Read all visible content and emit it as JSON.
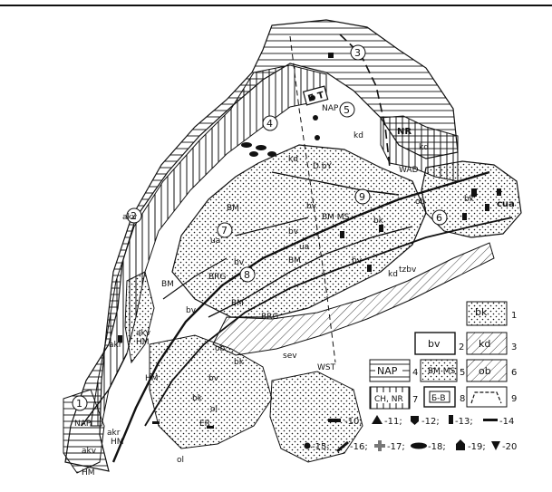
{
  "figure": {
    "colors": {
      "ink": "#111111",
      "paper": "#ffffff"
    }
  },
  "map_labels": {
    "nap_top": "NAP",
    "nr": "NR",
    "kd_1": "kd",
    "kd_2": "kd",
    "kd_3": "kd",
    "kd_4": "kd",
    "wad": "WAD",
    "bv_1": "bv",
    "bv_2": "bv",
    "bv_3": "bv",
    "bv_4": "bv",
    "bv_5": "bv",
    "bv_6": "bv",
    "bm_1": "BM",
    "bm_2": "BM",
    "bm_3": "BM",
    "bm_4": "BM",
    "bm_ms": "BM MS",
    "ua_1": "ua",
    "ua_2": "ua",
    "brg_1": "BRG",
    "brg_2": "BRG",
    "bk_1": "bk",
    "bk_2": "bk",
    "bk_3": "bk",
    "bk_4": "bk",
    "ob_1": "ob",
    "ob_2": "ob",
    "akv_1": "akv",
    "akv_2": "akv",
    "akv_3": "akv",
    "akr_1": "akr",
    "akr_2": "akr",
    "nap_low": "NAP",
    "hm_1": "HM",
    "hm_2": "HM",
    "hm_3": "HM",
    "hm_4": "HM",
    "wst": "WST",
    "er": "ER",
    "ol_1": "ol",
    "ol_2": "ol",
    "sev": "sev",
    "tzbv": "tzbv",
    "cua": "cua",
    "b_t_box": "Б Т",
    "dby": "D bY"
  },
  "region_numbers": [
    "1",
    "2",
    "3",
    "4",
    "5",
    "6",
    "7",
    "8",
    "9"
  ],
  "legend": {
    "items": [
      {
        "label": "bk",
        "num": "1"
      },
      {
        "label": "bv",
        "num": "2"
      },
      {
        "label": "kd",
        "num": "3"
      },
      {
        "label": "NAP",
        "num": "4"
      },
      {
        "label": "BM MS",
        "num": "5"
      },
      {
        "label": "ob",
        "num": "6"
      },
      {
        "label": "CH, NR",
        "num": "7"
      },
      {
        "label": "Б-В",
        "num": "8"
      },
      {
        "label": "",
        "num": "9"
      }
    ],
    "symbols": [
      {
        "icon": "bar-symbol",
        "text": "-10;"
      },
      {
        "icon": "triangle-symbol",
        "text": "-11;"
      },
      {
        "icon": "shield-symbol",
        "text": "-12;"
      },
      {
        "icon": "square-symbol",
        "text": "-13;"
      },
      {
        "icon": "dash-symbol",
        "text": "-14"
      },
      {
        "icon": "dot-symbol",
        "text": "-15;"
      },
      {
        "icon": "slash-symbol",
        "text": "-16;"
      },
      {
        "icon": "cross-symbol",
        "text": "-17;"
      },
      {
        "icon": "ellipse-symbol",
        "text": "-18;"
      },
      {
        "icon": "house-symbol",
        "text": "-19;"
      },
      {
        "icon": "down-triangle-symbol",
        "text": "-20"
      }
    ]
  }
}
